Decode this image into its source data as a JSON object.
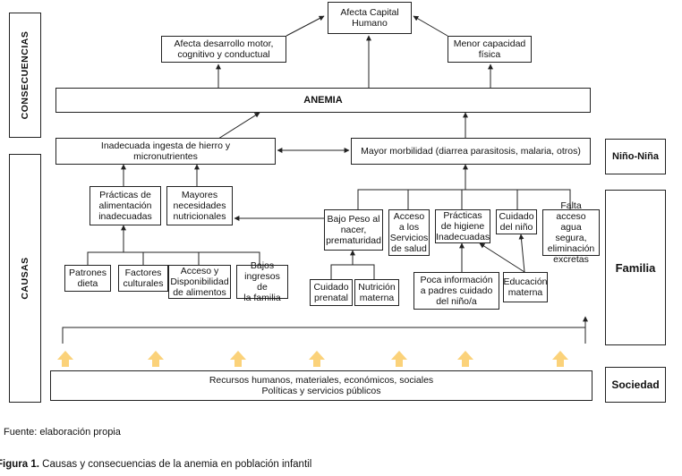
{
  "side_labels": {
    "consecuencias": "CONSECUENCIAS",
    "causas": "CAUSAS"
  },
  "right_labels": {
    "nino_nina": "Niño-Niña",
    "familia": "Familia",
    "sociedad": "Sociedad"
  },
  "nodes": {
    "capital_humano": "Afecta Capital\nHumano",
    "desarrollo": "Afecta  desarrollo motor,\ncognitivo y conductual",
    "capacidad": "Menor capacidad\nfísica",
    "anemia": "ANEMIA",
    "ingesta": "Inadecuada ingesta de hierro y\nmicronutrientes",
    "morbilidad": "Mayor morbilidad  (diarrea  parasitosis, malaria, otros)",
    "practicas_alim": "Prácticas de\nalimentación\ninadecuadas",
    "necesidades": "Mayores\nnecesidades\nnutricionales",
    "bajo_peso": "Bajo Peso al\nnacer,\nprematuridad",
    "acceso_salud": "Acceso\na los\nServicios\nde salud",
    "higiene": "Prácticas\nde higiene\nInadecuadas",
    "cuidado_nino": "Cuidado\ndel  niño",
    "falta_agua": "Falta acceso\nagua segura,\neliminación\nexcretas",
    "patrones": "Patrones\ndieta",
    "factores": "Factores\nculturales",
    "disponibilidad": "Acceso y\nDisponibilidad\nde alimentos",
    "ingresos": "Bajos\ningresos de\nla familia",
    "cuidado_prenatal": "Cuidado\nprenatal",
    "nutricion_materna": "Nutrición\nmaterna",
    "poca_info": "Poca información\na padres cuidado\ndel niño/a",
    "educacion": "Educación\nmaterna",
    "sociedad_box": "Recursos humanos, materiales, económicos, sociales\nPolíticas y servicios públicos"
  },
  "colors": {
    "line": "#222222",
    "up_arrow": "#fbd27a"
  },
  "fuente": "Fuente: elaboración propia",
  "figura_label": "Figura 1.",
  "figura_text": "Causas y consecuencias de la anemia en población infantil"
}
